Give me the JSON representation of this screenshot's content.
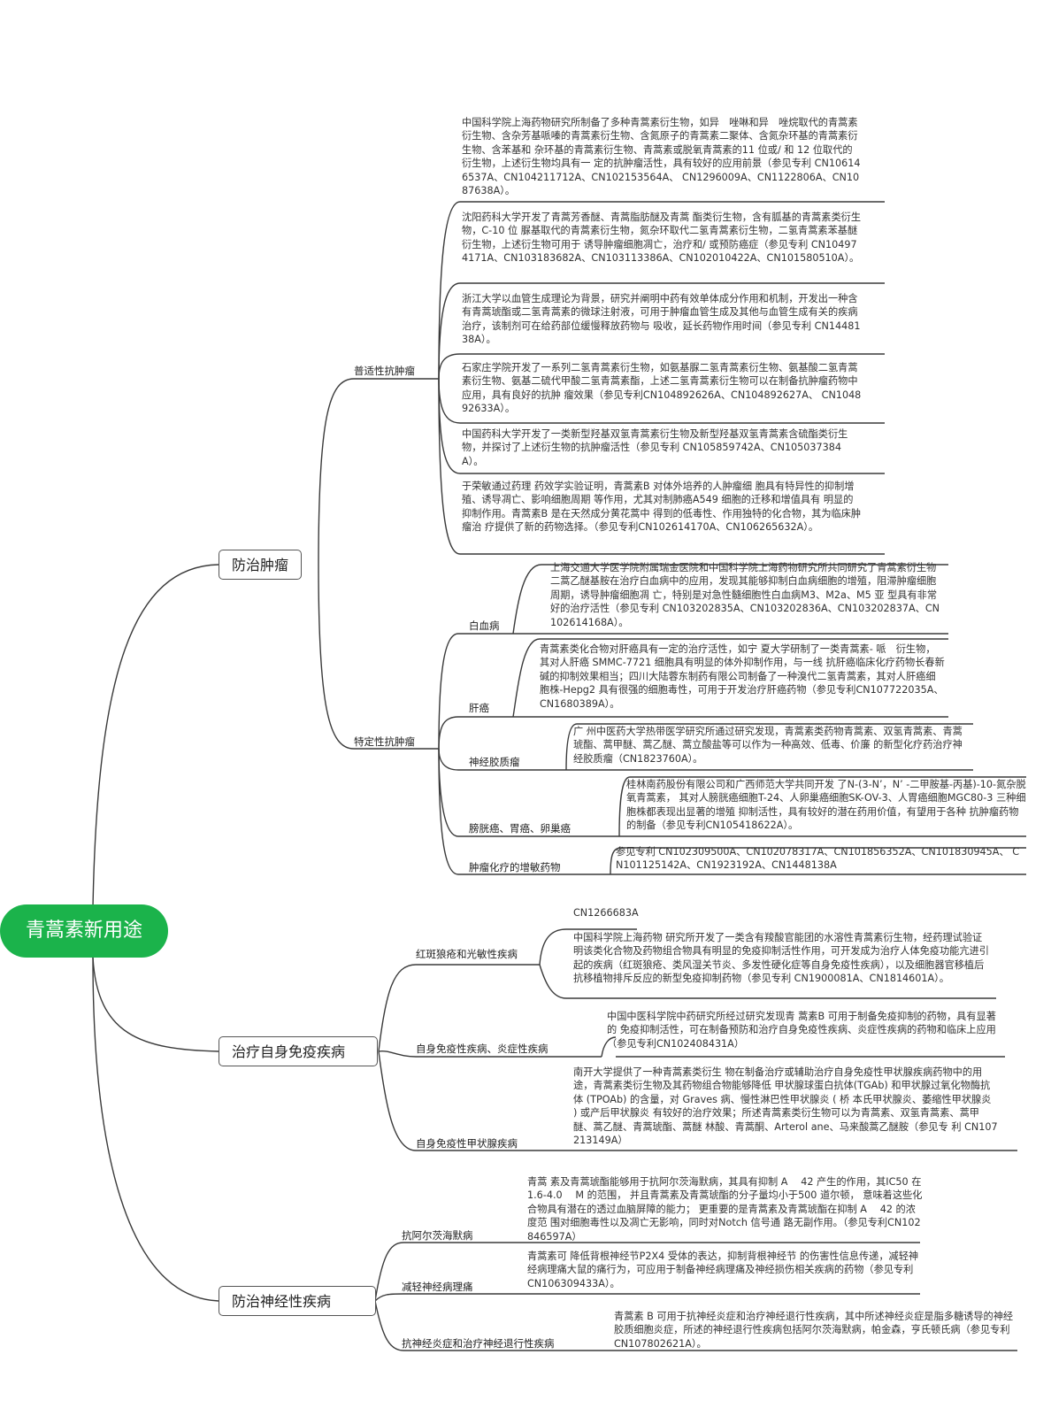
{
  "root": "青蒿素新用途",
  "branches": [
    {
      "label": "防治肿瘤",
      "groups": [
        {
          "label": "普适性抗肿瘤",
          "notes": [
            "中国科学院上海药物研究所制备了多种青蒿素衍生物，如异　唑啉和异　唑烷取代的青蒿素衍生物、含杂芳基哌嗪的青蒿素衍生物、含氮原子的青蒿素二聚体、含氮杂环基的青蒿素衍生物、含苯基和 杂环基的青蒿素衍生物、青蒿素或脱氧青蒿素的11 位或/ 和 12 位取代的衍生物，上述衍生物均具有一 定的抗肿瘤活性，具有较好的应用前景（参见专利 CN106146537A、CN104211712A、CN102153564A、 CN1296009A、CN1122806A、CN1087638A）。",
            "沈阳药科大学开发了青蒿芳香醚、青蒿脂肪醚及青蒿 酯类衍生物，含有胍基的青蒿素类衍生物，C-10 位 脲基取代的青蒿素衍生物，氮杂环取代二氢青蒿素衍生物，二氢青蒿素苯基醚衍生物，上述衍生物可用于 诱导肿瘤细胞凋亡，治疗和/ 或预防癌症（参见专利 CN104974171A、CN103183682A、CN103113386A、CN102010422A、CN101580510A）。",
            "浙江大学以血管生成理论为背景，研究并阐明中药有效单体成分作用和机制，开发出一种含有青蒿琥酯或二氢青蒿素的微球注射液，可用于肿瘤血管生成及其他与血管生成有关的疾病治疗，该制剂可在给药部位缓慢释放药物与 吸收，延长药物作用时间（参见专利 CN1448138A）。",
            "石家庄学院开发了一系列二氢青蒿素衍生物，如氨基脲二氢青蒿素衍生物、氨基酸二氢青蒿素衍生物、氨基二硫代甲酸二氢青蒿素酯，上述二氢青蒿素衍生物可以在制备抗肿瘤药物中应用，具有良好的抗肿 瘤效果（参见专利CN104892626A、CN104892627A、 CN104892633A）。",
            "中国药科大学开发了一类新型羟基双氢青蒿素衍生物及新型羟基双氢青蒿素含硫酯类衍生物，并探讨了上述衍生物的抗肿瘤活性（参见专利 CN105859742A、CN105037384A）。",
            "于荣敏通过药理 药效学实验证明，青蒿素B 对体外培养的人肿瘤细 胞具有特异性的抑制增殖、诱导凋亡、影响细胞周期 等作用，尤其对制肺癌A549 细胞的迁移和增值具有 明显的抑制作用。青蒿素B 是在天然成分黄花蒿中 得到的低毒性、作用独特的化合物，其为临床肿瘤治 疗提供了新的药物选择。（参见专利CN102614170A、CN106265632A）。"
          ]
        },
        {
          "label": "特定性抗肿瘤",
          "items": [
            {
              "label": "白血病",
              "note": "上海交通大学医学院附属瑞金医院和中国科学院上海药物研究所共同研究了青蒿素衍生物二蒿乙醚基胺在治疗白血病中的应用，发现其能够抑制白血病细胞的增殖，阻滞肿瘤细胞周期，诱导肿瘤细胞凋 亡，特别是对急性髓细胞性白血病M3、M2a、M5 亚 型具有非常好的治疗活性（参见专利 CN103202835A、CN103202836A、CN103202837A、CN102614168A）。"
            },
            {
              "label": "肝癌",
              "note": "青蒿素类化合物对肝癌具有一定的治疗活性，如宁 夏大学研制了一类青蒿素- 哌　衍生物，其对人肝癌 SMMC-7721 细胞具有明显的体外抑制作用，与一线 抗肝癌临床化疗药物长春新碱的抑制效果相当；四川大陆蓉东制药有限公司制备了一种溴代二氢青蒿素，其对人肝癌细胞株-Hepg2 具有很强的细胞毒性，可用于开发治疗肝癌药物（参见专利CN107722035A、 CN1680389A）。"
            },
            {
              "label": "神经胶质瘤",
              "note": "广 州中医药大学热带医学研究所通过研究发现，青蒿素类药物青蒿素、双氢青蒿素、青蒿琥酯、蒿甲醚、蒿乙醚、蒿立酸盐等可以作为一种高效、低毒、价廉 的新型化疗药治疗神经胶质瘤（CN1823760A）。"
            },
            {
              "label": "膀胱癌、胃癌、卵巢癌",
              "note": "桂林南药股份有限公司和广西师范大学共同开发 了N-(3-N’，N’ -二甲胺基-丙基)-10-氮杂脱氧青蒿素， 其对人膀胱癌细胞T-24、人卵巢癌细胞SK-OV-3、人胃癌细胞MGC80-3 三种细胞株都表现出显著的增殖 抑制活性，具有较好的潜在药用价值，有望用于各种 抗肿瘤药物的制备（参见专利CN105418622A）。"
            },
            {
              "label": "肿瘤化疗的增敏药物",
              "note": "参见专利 CN102309500A、CN102078317A、CN101856352A、CN101830945A、 CN101125142A、CN1923192A、CN1448138A"
            }
          ]
        }
      ]
    },
    {
      "label": "治疗自身免疫疾病",
      "items": [
        {
          "label": "红斑狼疮和光敏性疾病",
          "notes": [
            "CN1266683A",
            "中国科学院上海药物 研究所开发了一类含有羧酸官能团的水溶性青蒿素衍生物，经药理试验证明该类化合物及药物组合物具有明显的免疫抑制活性作用，可开发成为治疗人体免疫功能亢进引起的疾病（红斑狼疮、类风湿关节炎、多发性硬化症等自身免疫性疾病），以及细胞器官移植后抗移植物排斥反应的新型免疫抑制药物（参见专利 CN1900081A、CN1814601A）。"
          ]
        },
        {
          "label": "自身免疫性疾病、炎症性疾病",
          "note": "中国中医科学院中药研究所经过研究发现青 蒿素B 可用于制备免疫抑制的药物，具有显著的 免疫抑制活性，可在制备预防和治疗自身免疫性疾病、炎症性疾病的药物和临床上应用（参见专利CN102408431A）"
        },
        {
          "label": "自身免疫性甲状腺疾病",
          "note": "南开大学提供了一种青蒿素类衍生 物在制备治疗或辅助治疗自身免疫性甲状腺疾病药物中的用途，青蒿素类衍生物及其药物组合物能够降低 甲状腺球蛋白抗体(TGAb) 和甲状腺过氧化物酶抗体 (TPOAb) 的含量，对 Graves 病、慢性淋巴性甲状腺炎 ( 桥 本氏甲状腺炎、萎缩性甲状腺炎 ) 或产后甲状腺炎 有较好的治疗效果；所述青蒿素类衍生物可以为青蒿素、双氢青蒿素、蒿甲醚、蒿乙醚、青蒿琥酯、蒿醚 林酸、青蒿酮、Arterol ane、马来酸蒿乙醚胺（参见专 利 CN107213149A）"
        }
      ]
    },
    {
      "label": "防治神经性疾病",
      "items": [
        {
          "label": "抗阿尔茨海默病",
          "note": "青蒿 素及青蒿琥酯能够用于抗阿尔茨海默病，其具有抑制 A　 42 产生的作用，其IC50 在 1.6-4.0　 M 的范围， 并且青蒿素及青蒿琥酯的分子量均小于500 道尔顿， 意味着这些化合物具有潜在的透过血脑屏障的能力； 更重要的是青蒿素及青蒿琥酯在抑制 A　 42 的浓度范 围对细胞毒性以及凋亡无影响，同时对Notch 信号通 路无副作用。（参见专利CN102846597A）"
        },
        {
          "label": "减轻神经病理痛",
          "note": "青蒿素可 降低背根神经节P2X4 受体的表达，抑制背根神经节 的伤害性信息传递，减轻神经病理痛大鼠的痛行为，可应用于制备神经病理痛及神经损伤相关疾病的药物（参见专利 CN106309433A）。"
        },
        {
          "label": "抗神经炎症和治疗神经退行性疾病",
          "note": "青蒿素 B 可用于抗神经炎症和治疗神经退行性疾病，其中所述神经炎症是脂多糖诱导的神经胶质细胞炎症，所述的神经退行性疾病包括阿尔茨海默病，帕金森，亨氏顿氏病（参见专利 CN107802621A）。"
        }
      ]
    }
  ],
  "colors": {
    "root_bg": "#1bb34b",
    "line": "#3a3a3a"
  }
}
